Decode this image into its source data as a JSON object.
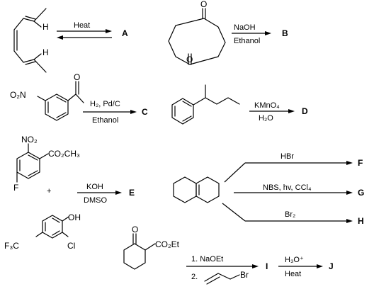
{
  "reactions": {
    "r1": {
      "condition": "Heat",
      "product": "A",
      "atoms": {
        "h_top": "H",
        "h_bottom": "H"
      }
    },
    "r2": {
      "reagent": "NaOH",
      "solvent": "Ethanol",
      "product": "B",
      "atoms": {
        "o_top": "O",
        "o_bottom": "O"
      }
    },
    "r3": {
      "reagent": "H₂, Pd/C",
      "solvent": "Ethanol",
      "product": "C",
      "atoms": {
        "no2": "O₂N",
        "o": "O"
      }
    },
    "r4": {
      "reagent": "KMnO₄",
      "solvent": "H₂O",
      "product": "D"
    },
    "r5": {
      "reagent": "KOH",
      "solvent": "DMSO",
      "product": "E",
      "plus": "+",
      "atoms": {
        "no2": "NO₂",
        "ester": "CO₂CH₃",
        "f": "F",
        "oh": "OH",
        "cl": "Cl",
        "cf3": "F₃C"
      }
    },
    "r6": {
      "hbr": "HBr",
      "nbs": "NBS, hv, CCl₄",
      "br2": "Br₂",
      "products": [
        "F",
        "G",
        "H"
      ]
    },
    "r7": {
      "step1": "1. NaOEt",
      "step2": "2.",
      "br": "Br",
      "product": "I",
      "atoms": {
        "o": "O",
        "ester": "CO₂Et"
      }
    },
    "r8": {
      "reagent": "H₃O⁺",
      "condition": "Heat",
      "product": "J"
    }
  }
}
